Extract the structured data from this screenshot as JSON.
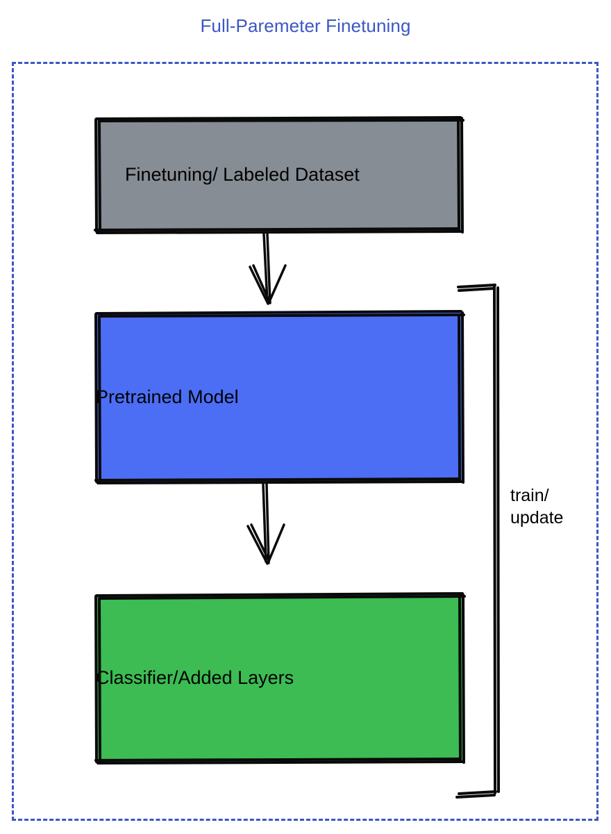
{
  "diagram": {
    "title": "Full-Paremeter Finetuning",
    "title_color": "#3b57c4",
    "frame": {
      "style": "dashed",
      "color": "#3b57c4"
    },
    "nodes": [
      {
        "id": "dataset",
        "label": "Finetuning/ Labeled Dataset",
        "fill": "#878d95",
        "stroke": "#000000",
        "text_align": "left"
      },
      {
        "id": "pretrained",
        "label": "Pretrained Model",
        "fill": "#4c6ef5",
        "stroke": "#000000",
        "text_align": "center"
      },
      {
        "id": "classifier",
        "label": "Classifier/Added Layers",
        "fill": "#3cbc53",
        "stroke": "#000000",
        "text_align": "center"
      }
    ],
    "edges": [
      {
        "id": "dataset-to-pretrained",
        "from": "dataset",
        "to": "pretrained",
        "label": "",
        "style": "hand-drawn-arrow"
      },
      {
        "id": "pretrained-to-classifier",
        "from": "pretrained",
        "to": "classifier",
        "label": "",
        "style": "hand-drawn-arrow"
      },
      {
        "id": "feedback-loop",
        "from": "classifier",
        "to": "pretrained",
        "label": "train/\nupdate",
        "style": "hand-drawn-bracket"
      }
    ]
  }
}
